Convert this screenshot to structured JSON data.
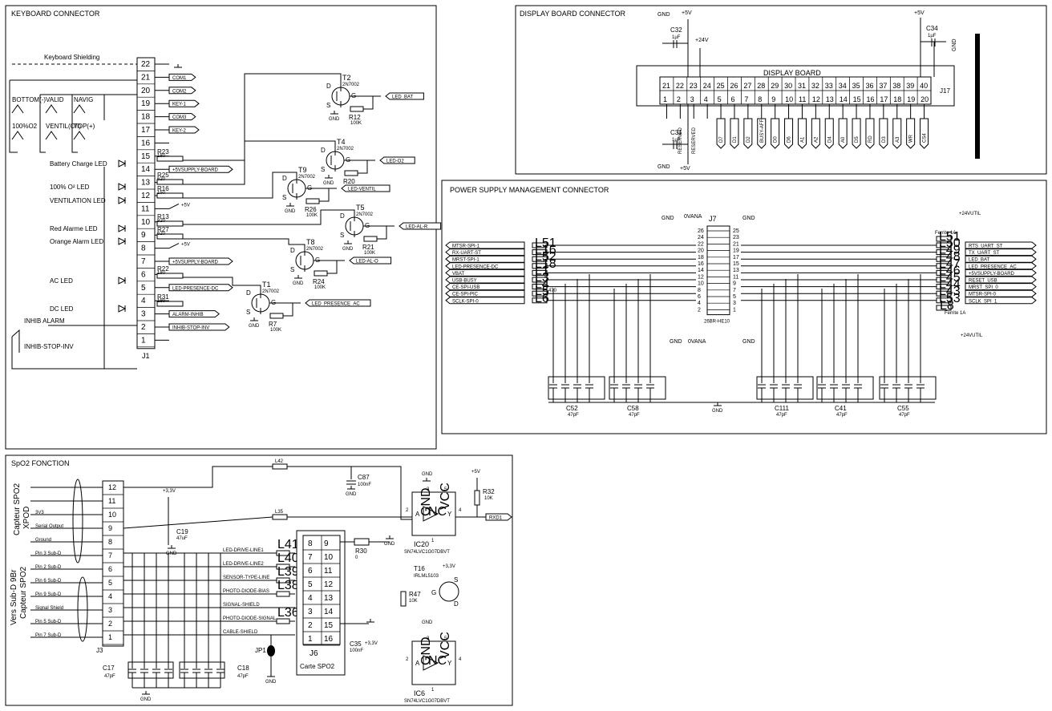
{
  "sections": {
    "keyboard": "KEYBOARD CONNECTOR",
    "display": "DISPLAY BOARD CONNECTOR",
    "power": "POWER SUPPLY MANAGEMENT CONNECTOR",
    "spo2": "SpO2 FONCTION"
  },
  "keyboard": {
    "connector_ref": "J1",
    "shielding_label": "Keyboard Shielding",
    "pins": [
      "22",
      "21",
      "20",
      "19",
      "18",
      "17",
      "16",
      "15",
      "14",
      "13",
      "12",
      "11",
      "10",
      "9",
      "8",
      "7",
      "6",
      "5",
      "4",
      "3",
      "2",
      "1"
    ],
    "pin_nets": [
      "",
      "COM1",
      "COM2",
      "KEY-1",
      "COM3",
      "KEY-2",
      "",
      "",
      "+5VSUPPLY-BOARD",
      "",
      "",
      "+5V",
      "",
      "",
      "+5V",
      "+5VSUPPLY-BOARD",
      "",
      "LED-PRESENCE-DC",
      "",
      "ALARM-INHIB",
      "INHIB-STOP-INV",
      ""
    ],
    "switches": [
      "BOTTOM(-)",
      "VALID",
      "NAVIG",
      "100%O2",
      "VENTIL(O/I)",
      "TOP(+)"
    ],
    "leds": [
      "Battery Charge LED",
      "100% O² LED",
      "VENTILATION LED",
      "Red Alarme LED",
      "Orange Alarm LED",
      "AC LED",
      "DC LED"
    ],
    "left_labels": [
      "INHIB ALARM",
      "INHIB-STOP-INV"
    ],
    "resistors": [
      {
        "ref": "R23",
        "val": "180"
      },
      {
        "ref": "R25",
        "val": "620"
      },
      {
        "ref": "R16",
        "val": "150"
      },
      {
        "ref": "R13",
        "val": "820"
      },
      {
        "ref": "R27",
        "val": "620"
      },
      {
        "ref": "R22",
        "val": "180"
      },
      {
        "ref": "R31",
        "val": "180"
      }
    ],
    "transistors": [
      {
        "ref": "T2",
        "type": "2N7002",
        "rref": "R12",
        "rval": "100K",
        "net": "LED_BAT"
      },
      {
        "ref": "T4",
        "type": "2N7002",
        "rref": "R20",
        "rval": "100K",
        "net": "LED-O2"
      },
      {
        "ref": "T9",
        "type": "2N7002",
        "rref": "R26",
        "rval": "100K",
        "net": "LED-VENTIL"
      },
      {
        "ref": "T5",
        "type": "2N7002",
        "rref": "R21",
        "rval": "100K",
        "net": "LED-AL-R"
      },
      {
        "ref": "T8",
        "type": "2N7002",
        "rref": "R24",
        "rval": "100K",
        "net": "LED-AL-O"
      },
      {
        "ref": "T1",
        "type": "2N7002",
        "rref": "R7",
        "rval": "100K",
        "net": "LED_PRESENCE_AC"
      }
    ],
    "gnd": "GND",
    "pin_d": "D",
    "pin_g": "G",
    "pin_s": "S"
  },
  "display": {
    "header": "DISPLAY BOARD",
    "ref": "J17",
    "top_pins": [
      "21",
      "22",
      "23",
      "24",
      "25",
      "26",
      "27",
      "28",
      "29",
      "30",
      "31",
      "32",
      "33",
      "34",
      "35",
      "36",
      "37",
      "38",
      "39",
      "40"
    ],
    "bottom_pins": [
      "1",
      "2",
      "3",
      "4",
      "5",
      "6",
      "7",
      "8",
      "9",
      "10",
      "11",
      "12",
      "13",
      "14",
      "15",
      "16",
      "17",
      "18",
      "19",
      "20"
    ],
    "bottom_nets": [
      "",
      "RESERVED",
      "RESERVED",
      "",
      "D7",
      "D1",
      "D2",
      "BUSY-AFF",
      "D0",
      "D6",
      "A1",
      "A2",
      "D4",
      "A0",
      "D5",
      "RD",
      "D3",
      "A3",
      "WR",
      "CS4"
    ],
    "caps": [
      {
        "ref": "C32",
        "val": "1µF"
      },
      {
        "ref": "C31",
        "val": "1µF"
      },
      {
        "ref": "C34",
        "val": "1µF"
      }
    ],
    "rails": [
      "+5V",
      "+24V",
      "GND"
    ]
  },
  "power": {
    "ref": "J7",
    "part": "26BR-HE10",
    "left_pins": [
      "26",
      "24",
      "22",
      "20",
      "18",
      "16",
      "14",
      "12",
      "10",
      "8",
      "6",
      "4",
      "2"
    ],
    "right_pins": [
      "25",
      "23",
      "21",
      "19",
      "17",
      "15",
      "13",
      "11",
      "9",
      "7",
      "5",
      "3",
      "1"
    ],
    "left_nets": [
      "MTSR-SPI-1",
      "RX-UART-ST",
      "MRST-SPI-1",
      "LED-PRESENCE-DC",
      "VBAT",
      "USB-BUSY",
      "CE-SPI-USB",
      "CE-SPI-PIC",
      "SCLK-SPI-0"
    ],
    "left_inds": [
      "L51",
      "L16",
      "L52",
      "L18",
      "L1",
      "L3",
      "L4",
      "L5",
      "L6"
    ],
    "right_nets": [
      "RTS_UART_ST",
      "TX_UART_ST",
      "LED_BAT",
      "LED_PRESENCE_AC",
      "+5VSUPPLY-BOARD",
      "RESET_USB",
      "MRST_SPI_0",
      "MTSR-SPI-0",
      "SCLK_SPI_1"
    ],
    "right_inds": [
      "L50",
      "L49",
      "L48",
      "L47",
      "L46",
      "L45",
      "L44",
      "L43",
      "L53"
    ],
    "top_labels": [
      "GND",
      "0VANA",
      "GND"
    ],
    "bottom_labels": [
      "GND",
      "0VANA",
      "GND"
    ],
    "ferrite_top": "Ferrite 1A",
    "ferrite_bottom": "Ferrite 1A",
    "rail_top": "+24VUTIL",
    "rail_bottom": "+24VUTIL",
    "l8": "L8",
    "l5_val": "470",
    "cap_banks": [
      {
        "ref": "C52",
        "val": "47pF"
      },
      {
        "ref": "C58",
        "val": "47pF"
      },
      {
        "ref": "C111",
        "val": "47pF"
      },
      {
        "ref": "C41",
        "val": "47pF"
      },
      {
        "ref": "C55",
        "val": "47pF"
      }
    ],
    "gnd": "GND"
  },
  "spo2": {
    "j3_ref": "J3",
    "j3_pins": [
      "12",
      "11",
      "10",
      "9",
      "8",
      "7",
      "6",
      "5",
      "4",
      "3",
      "2",
      "1"
    ],
    "j3_labels": [
      "",
      "",
      "3V3",
      "Serial Output",
      "Ground",
      "Pin 3 Sub-D",
      "Pin 2 Sub-D",
      "Pin 6 Sub-D",
      "Pin 9 Sub-D",
      "Signal Shield",
      "Pin 5 Sub-D",
      "Pin 7 Sub-D"
    ],
    "side_label_1": "Capteur SPO2",
    "side_label_2": "XPOD",
    "side_label_3": "Vers Sub-D 9Br",
    "side_label_4": "Capteur SPO2",
    "nets": [
      "LED-DRIVE-LINE1",
      "LED-DRIVE-LINE2",
      "SENSOR-TYPE-LINE",
      "PHOTO-DIODE-BIAS",
      "SIGNAL-SHIELD",
      "PHOTO-DIODE-SIGNAL",
      "CABLE-SHIELD"
    ],
    "inds": [
      "L41",
      "L40",
      "L39",
      "L38",
      "L36"
    ],
    "l42": "L42",
    "l35": "L35",
    "j6_ref": "J6",
    "j6_name": "Carte SPO2",
    "j6_left": [
      "8",
      "7",
      "6",
      "5",
      "4",
      "3",
      "2",
      "1"
    ],
    "j6_right": [
      "9",
      "10",
      "11",
      "12",
      "13",
      "14",
      "15",
      "16"
    ],
    "c87": {
      "ref": "C87",
      "val": "100nF"
    },
    "c19": {
      "ref": "C19",
      "val": "47uF"
    },
    "c35": {
      "ref": "C35",
      "val": "100nF"
    },
    "c17": {
      "ref": "C17",
      "val": "47pF"
    },
    "c18": {
      "ref": "C18",
      "val": "47pF"
    },
    "r30": {
      "ref": "R30",
      "val": "0"
    },
    "r32": {
      "ref": "R32",
      "val": "10K"
    },
    "r47": {
      "ref": "R47",
      "val": "10K"
    },
    "t16": {
      "ref": "T16",
      "type": "IRLML5103"
    },
    "ic20": {
      "ref": "IC20",
      "part": "SN74LVC1G07DBVT"
    },
    "ic6": {
      "ref": "IC6",
      "part": "SN74LVC1G07DBVT"
    },
    "jp1": "JP1",
    "rxd1": "RXD1",
    "rail_33": "+3,3V",
    "rail_5": "+5V",
    "gnd": "GND",
    "ic_gnd": "GND",
    "ic_vcc": "VCC",
    "ic_nc": "NC",
    "ic_a": "A",
    "ic_y": "Y",
    "ic_pins": [
      "3",
      "5",
      "2",
      "4",
      "1"
    ]
  }
}
